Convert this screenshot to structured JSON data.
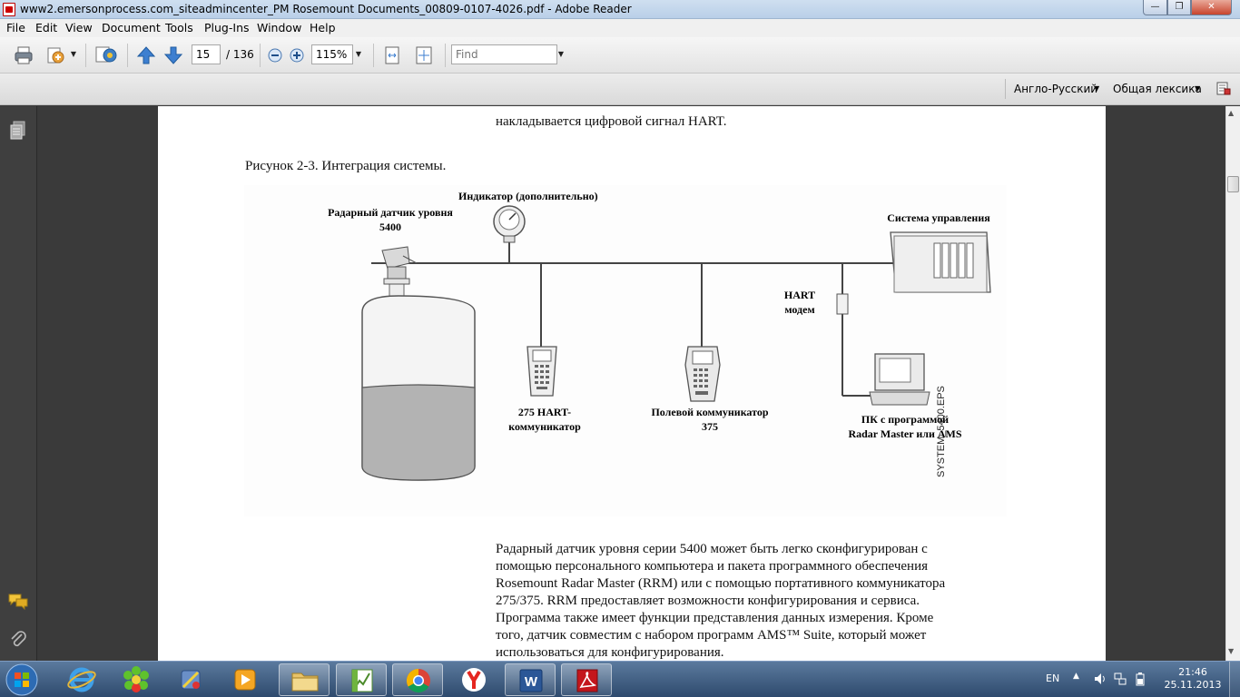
{
  "window": {
    "title": "www2.emersonprocess.com_siteadmincenter_PM Rosemount Documents_00809-0107-4026.pdf - Adobe Reader",
    "minimize_glyph": "—",
    "maximize_glyph": "❐",
    "close_glyph": "✕"
  },
  "menu": [
    "File",
    "Edit",
    "View",
    "Document",
    "Tools",
    "Plug-Ins",
    "Window",
    "Help"
  ],
  "toolbar": {
    "page_current": "15",
    "page_total": "/ 136",
    "zoom": "115%",
    "find_placeholder": "Find"
  },
  "toolbar2": {
    "dictionary": "Англо-Русский",
    "lexicon": "Общая лексика"
  },
  "page": {
    "top_line": "накладывается цифровой сигнал HART.",
    "figure_caption": "Рисунок 2-3. Интеграция системы.",
    "diagram": {
      "indicator": "Индикатор (дополнительно)",
      "sensor_line1": "Радарный датчик уровня",
      "sensor_line2": "5400",
      "control": "Система управления",
      "hart_line1": "HART",
      "hart_line2": "модем",
      "comm275_line1": "275 HART-",
      "comm275_line2": "коммуникатор",
      "comm375_line1": "Полевой коммуникатор",
      "comm375_line2": "375",
      "pc_line1": "ПК с программой",
      "pc_line2": "Radar Master или AMS",
      "eps": "SYSTEM_5400.EPS"
    },
    "paragraph": [
      "Радарный датчик уровня серии 5400 может быть легко сконфигурирован с",
      "помощью персонального компьютера и пакета программного обеспечения",
      "Rosemount Radar Master (RRM) или с помощью портативного коммуникатора",
      "275/375. RRM предоставляет возможности конфигурирования и сервиса.",
      "Программа также имеет функции представления данных измерения. Кроме",
      "того, датчик совместим с набором программ AMS™ Suite, который может",
      "использоваться для конфигурирования."
    ]
  },
  "taskbar": {
    "lang": "EN",
    "time": "21:46",
    "date": "25.11.2013"
  }
}
